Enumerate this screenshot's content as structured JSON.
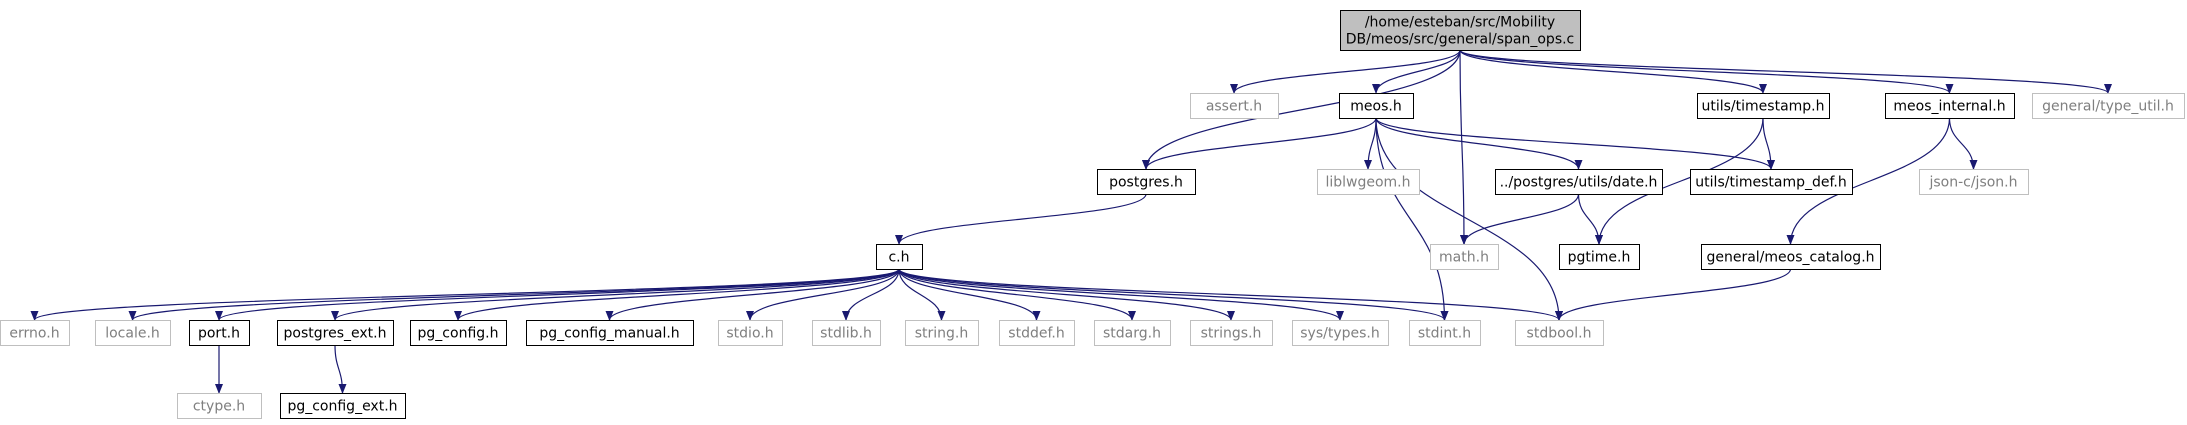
{
  "colors": {
    "edge": "#191970",
    "root_fill": "#bfbfbf",
    "root_stroke": "#000000",
    "internal_stroke": "#000000",
    "external_stroke": "#bfbfbf",
    "external_text": "#7f7f7f",
    "text": "#000000"
  },
  "graph": {
    "nodes": [
      {
        "id": "root",
        "label": [
          "/home/esteban/src/Mobility",
          "DB/meos/src/general/span_ops.c"
        ],
        "kind": "root"
      },
      {
        "id": "assert_h",
        "label": [
          "assert.h"
        ],
        "kind": "external"
      },
      {
        "id": "meos_h",
        "label": [
          "meos.h"
        ],
        "kind": "internal"
      },
      {
        "id": "utils_timestamp_h",
        "label": [
          "utils/timestamp.h"
        ],
        "kind": "internal"
      },
      {
        "id": "meos_internal_h",
        "label": [
          "meos_internal.h"
        ],
        "kind": "internal"
      },
      {
        "id": "general_type_util_h",
        "label": [
          "general/type_util.h"
        ],
        "kind": "external"
      },
      {
        "id": "postgres_h",
        "label": [
          "postgres.h"
        ],
        "kind": "internal"
      },
      {
        "id": "liblwgeom_h",
        "label": [
          "liblwgeom.h"
        ],
        "kind": "external"
      },
      {
        "id": "postgres_utils_date_h",
        "label": [
          "../postgres/utils/date.h"
        ],
        "kind": "internal"
      },
      {
        "id": "utils_timestamp_def_h",
        "label": [
          "utils/timestamp_def.h"
        ],
        "kind": "internal"
      },
      {
        "id": "json_c_json_h",
        "label": [
          "json-c/json.h"
        ],
        "kind": "external"
      },
      {
        "id": "c_h",
        "label": [
          "c.h"
        ],
        "kind": "internal"
      },
      {
        "id": "math_h",
        "label": [
          "math.h"
        ],
        "kind": "external"
      },
      {
        "id": "pgtime_h",
        "label": [
          "pgtime.h"
        ],
        "kind": "internal"
      },
      {
        "id": "general_meos_catalog_h",
        "label": [
          "general/meos_catalog.h"
        ],
        "kind": "internal"
      },
      {
        "id": "errno_h",
        "label": [
          "errno.h"
        ],
        "kind": "external"
      },
      {
        "id": "locale_h",
        "label": [
          "locale.h"
        ],
        "kind": "external"
      },
      {
        "id": "port_h",
        "label": [
          "port.h"
        ],
        "kind": "internal"
      },
      {
        "id": "postgres_ext_h",
        "label": [
          "postgres_ext.h"
        ],
        "kind": "internal"
      },
      {
        "id": "pg_config_h",
        "label": [
          "pg_config.h"
        ],
        "kind": "internal"
      },
      {
        "id": "pg_config_manual_h",
        "label": [
          "pg_config_manual.h"
        ],
        "kind": "internal"
      },
      {
        "id": "stdio_h",
        "label": [
          "stdio.h"
        ],
        "kind": "external"
      },
      {
        "id": "stdlib_h",
        "label": [
          "stdlib.h"
        ],
        "kind": "external"
      },
      {
        "id": "string_h",
        "label": [
          "string.h"
        ],
        "kind": "external"
      },
      {
        "id": "stddef_h",
        "label": [
          "stddef.h"
        ],
        "kind": "external"
      },
      {
        "id": "stdarg_h",
        "label": [
          "stdarg.h"
        ],
        "kind": "external"
      },
      {
        "id": "strings_h",
        "label": [
          "strings.h"
        ],
        "kind": "external"
      },
      {
        "id": "sys_types_h",
        "label": [
          "sys/types.h"
        ],
        "kind": "external"
      },
      {
        "id": "stdint_h",
        "label": [
          "stdint.h"
        ],
        "kind": "external"
      },
      {
        "id": "stdbool_h",
        "label": [
          "stdbool.h"
        ],
        "kind": "external"
      },
      {
        "id": "ctype_h",
        "label": [
          "ctype.h"
        ],
        "kind": "external"
      },
      {
        "id": "pg_config_ext_h",
        "label": [
          "pg_config_ext.h"
        ],
        "kind": "internal"
      }
    ],
    "edges": [
      {
        "from": "root",
        "to": "assert_h"
      },
      {
        "from": "root",
        "to": "meos_h"
      },
      {
        "from": "root",
        "to": "postgres_h"
      },
      {
        "from": "root",
        "to": "math_h"
      },
      {
        "from": "root",
        "to": "utils_timestamp_h"
      },
      {
        "from": "root",
        "to": "meos_internal_h"
      },
      {
        "from": "root",
        "to": "general_type_util_h"
      },
      {
        "from": "meos_h",
        "to": "postgres_h"
      },
      {
        "from": "meos_h",
        "to": "liblwgeom_h"
      },
      {
        "from": "meos_h",
        "to": "postgres_utils_date_h"
      },
      {
        "from": "meos_h",
        "to": "utils_timestamp_def_h"
      },
      {
        "from": "meos_h",
        "to": "stdint_h"
      },
      {
        "from": "meos_h",
        "to": "stdbool_h"
      },
      {
        "from": "utils_timestamp_h",
        "to": "utils_timestamp_def_h"
      },
      {
        "from": "utils_timestamp_h",
        "to": "pgtime_h"
      },
      {
        "from": "meos_internal_h",
        "to": "json_c_json_h"
      },
      {
        "from": "meos_internal_h",
        "to": "general_meos_catalog_h"
      },
      {
        "from": "postgres_h",
        "to": "c_h"
      },
      {
        "from": "postgres_utils_date_h",
        "to": "math_h"
      },
      {
        "from": "postgres_utils_date_h",
        "to": "pgtime_h"
      },
      {
        "from": "general_meos_catalog_h",
        "to": "stdbool_h"
      },
      {
        "from": "c_h",
        "to": "errno_h"
      },
      {
        "from": "c_h",
        "to": "locale_h"
      },
      {
        "from": "c_h",
        "to": "port_h"
      },
      {
        "from": "c_h",
        "to": "postgres_ext_h"
      },
      {
        "from": "c_h",
        "to": "pg_config_h"
      },
      {
        "from": "c_h",
        "to": "pg_config_manual_h"
      },
      {
        "from": "c_h",
        "to": "stdio_h"
      },
      {
        "from": "c_h",
        "to": "stdlib_h"
      },
      {
        "from": "c_h",
        "to": "string_h"
      },
      {
        "from": "c_h",
        "to": "stddef_h"
      },
      {
        "from": "c_h",
        "to": "stdarg_h"
      },
      {
        "from": "c_h",
        "to": "strings_h"
      },
      {
        "from": "c_h",
        "to": "sys_types_h"
      },
      {
        "from": "c_h",
        "to": "stdint_h"
      },
      {
        "from": "c_h",
        "to": "stdbool_h"
      },
      {
        "from": "port_h",
        "to": "ctype_h"
      },
      {
        "from": "postgres_ext_h",
        "to": "pg_config_ext_h"
      }
    ]
  }
}
